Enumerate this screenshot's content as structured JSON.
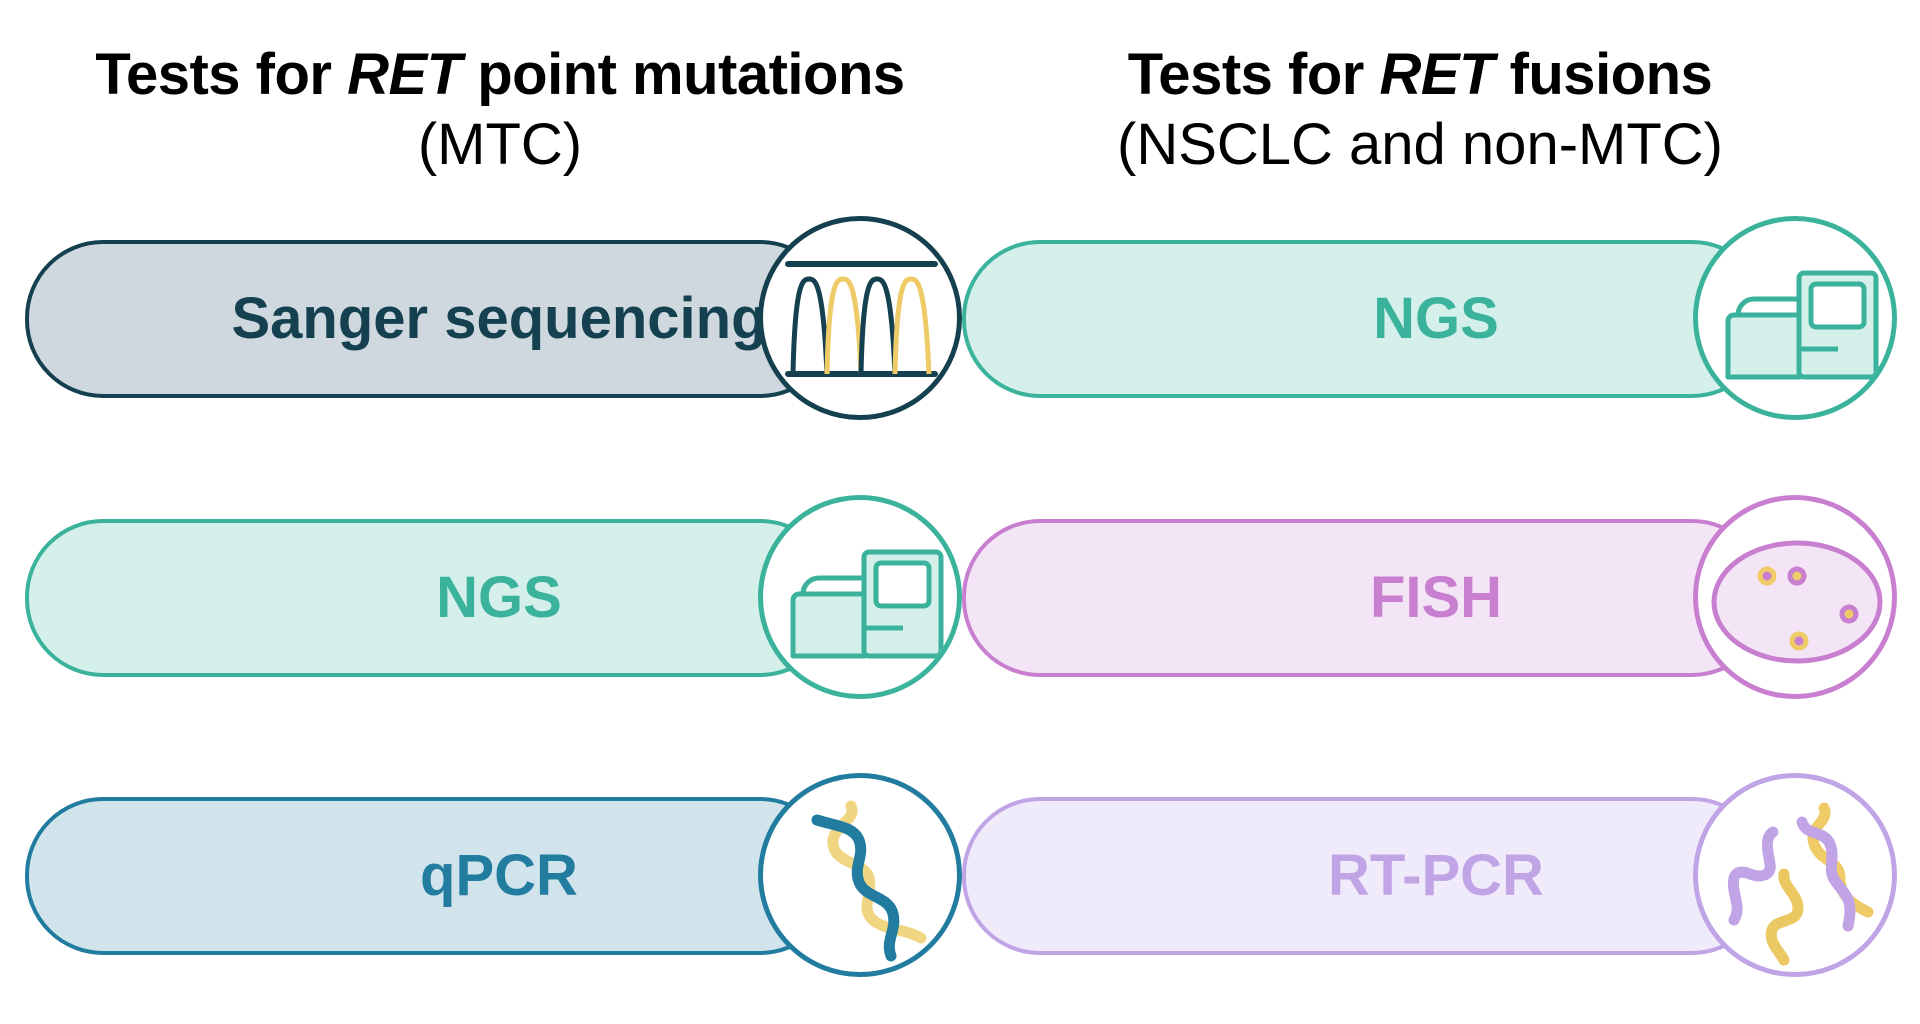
{
  "columns": [
    {
      "title_prefix": "Tests for ",
      "title_gene": "RET",
      "title_suffix": " point mutations",
      "subtitle": "(MTC)",
      "tests": [
        {
          "label": "Sanger sequencing",
          "icon": "sanger-chromatogram-icon",
          "stroke": "#14404f",
          "fill": "#cfd8df",
          "text": "#14404f",
          "accent": "#efcb68"
        },
        {
          "label": "NGS",
          "icon": "sequencer-machine-icon",
          "stroke": "#3bb39c",
          "fill": "#d5f0ea",
          "text": "#3bb39c",
          "accent": "#3bb39c"
        },
        {
          "label": "qPCR",
          "icon": "dna-helix-icon",
          "stroke": "#217ca0",
          "fill": "#d1e4ec",
          "text": "#217ca0",
          "accent": "#f0d582"
        }
      ]
    },
    {
      "title_prefix": "Tests for ",
      "title_gene": "RET",
      "title_suffix": " fusions",
      "subtitle": "(NSCLC and non-MTC)",
      "tests": [
        {
          "label": "NGS",
          "icon": "sequencer-machine-icon",
          "stroke": "#3bb39c",
          "fill": "#d5f0ea",
          "text": "#3bb39c",
          "accent": "#3bb39c"
        },
        {
          "label": "FISH",
          "icon": "cell-nucleus-probes-icon",
          "stroke": "#c87fd0",
          "fill": "#f3e5f5",
          "text": "#c87fd0",
          "accent": "#efcb68"
        },
        {
          "label": "RT-PCR",
          "icon": "rna-strands-icon",
          "stroke": "#c0a4e6",
          "fill": "#f0ebfa",
          "text": "#c0a4e6",
          "accent": "#efcb68"
        }
      ]
    }
  ]
}
